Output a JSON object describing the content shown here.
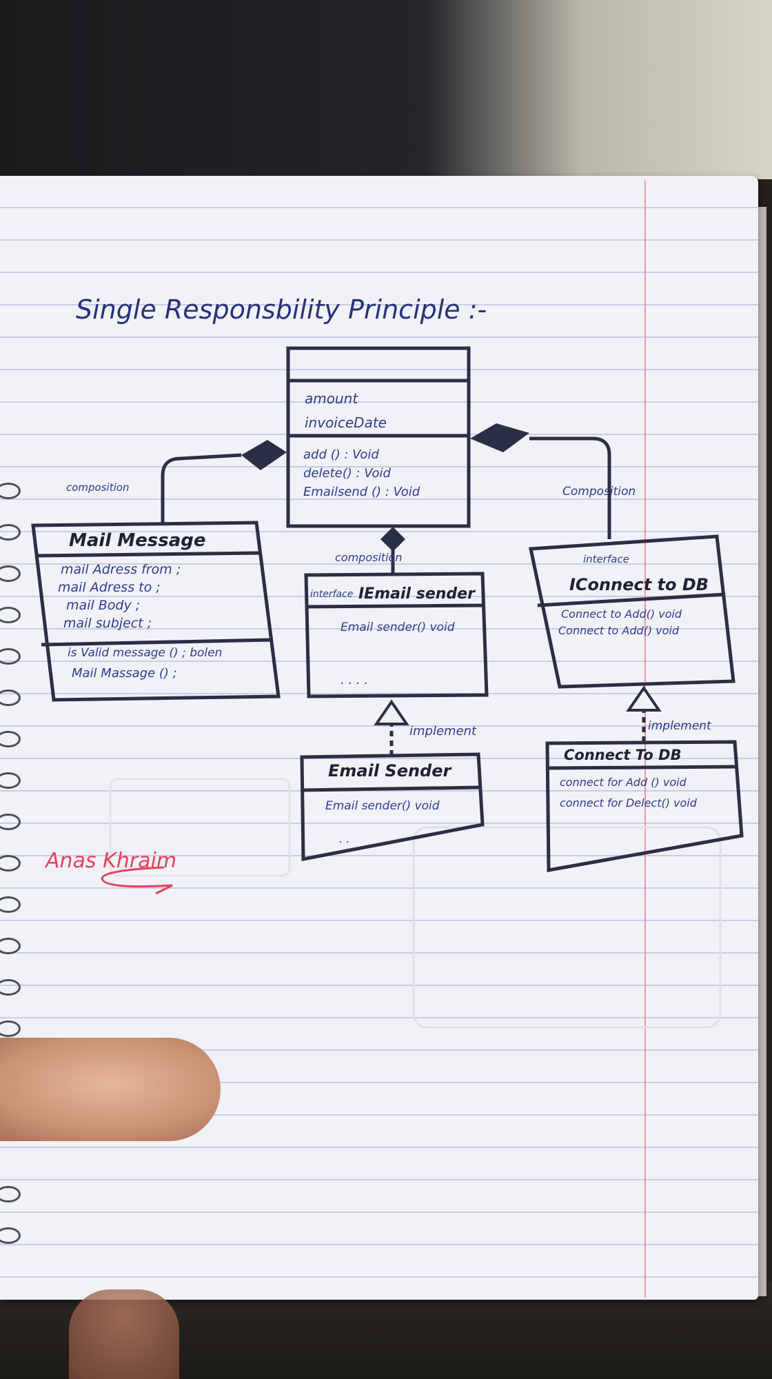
{
  "title": "Single Responsbility Principle :-",
  "classes": {
    "invoice": {
      "name": "",
      "attributes": [
        "amount",
        "invoiceDate"
      ],
      "methods": [
        "add () :  Void",
        "delete() :  Void",
        "Emailsend () : Void"
      ]
    },
    "mail_message": {
      "name": "Mail Message",
      "attributes": [
        "mail Adress from ;",
        "mail Adress to ;",
        "mail Body ;",
        "mail subject ;"
      ],
      "methods": [
        "is Valid message () ; bolen",
        "Mail Massage () ;"
      ]
    },
    "iemail_sender": {
      "stereotype": "interface",
      "name": "IEmail sender",
      "methods": [
        "Email sender() void",
        ". . . ."
      ]
    },
    "iconnect_db": {
      "stereotype": "interface",
      "name": "IConnect to DB",
      "methods": [
        "Connect to Add() void",
        "Connect to Add() void"
      ]
    },
    "email_sender": {
      "name": "Email Sender",
      "methods": [
        "Email sender() void",
        ". ."
      ]
    },
    "connect_db": {
      "name": "Connect To DB",
      "methods": [
        "connect for Add () void",
        "connect for Delect() void"
      ]
    }
  },
  "relations": {
    "composition_left": "composition",
    "composition_middle": "composition",
    "composition_right": "Composition",
    "implement_middle": "implement",
    "implement_right": "implement"
  },
  "signature": "Anas Khraim",
  "colors": {
    "ink": "#2b2f45",
    "pen_blue": "#2f3b8f",
    "signature_red": "#e0455c",
    "paper": "#f1f2f7",
    "rule_line": "#c7cde3",
    "margin_line": "#e59aa5"
  }
}
